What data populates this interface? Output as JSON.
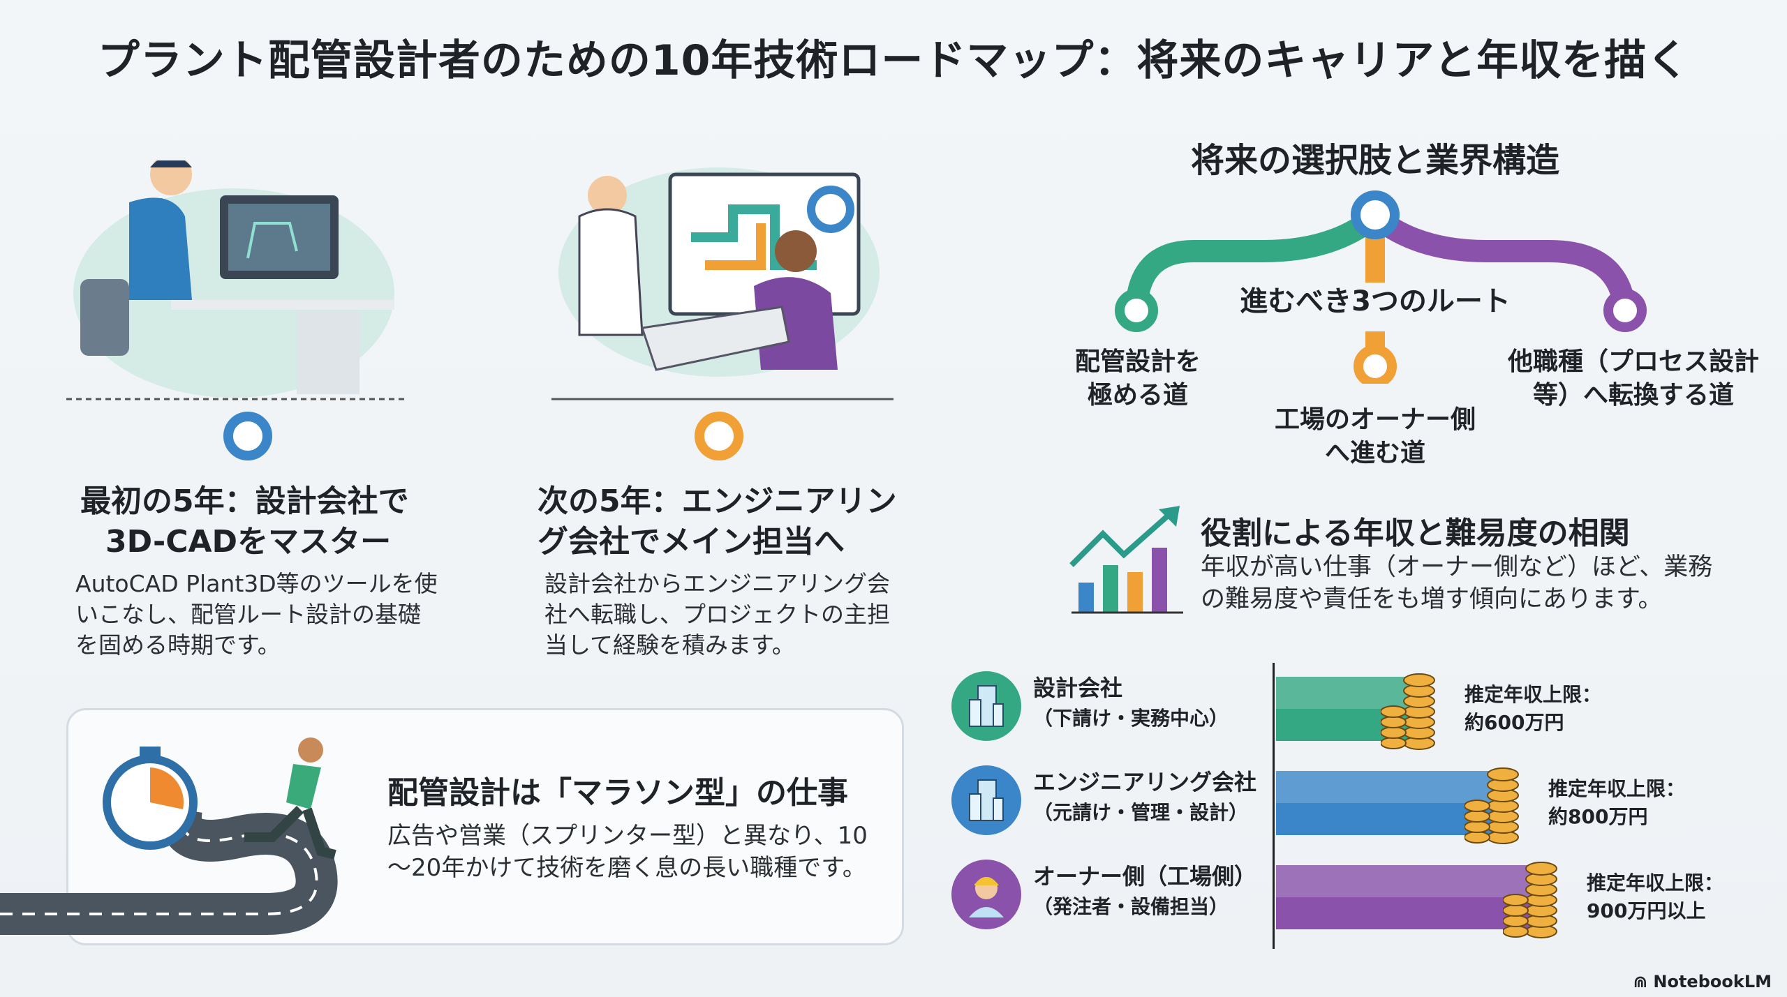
{
  "title": "プラント配管設計者のための10年技術ロードマップ：将来のキャリアと年収を描く",
  "phases": [
    {
      "heading_1": "最初の5年：設計会社で",
      "heading_2": "3D-CADをマスター",
      "body": [
        "AutoCAD Plant3D等のツールを使",
        "いこなし、配管ルート設計の基礎",
        "を固める時期です。"
      ],
      "color": "#3a86c8"
    },
    {
      "heading_1": "次の5年：エンジニアリン",
      "heading_2": "グ会社でメイン担当へ",
      "body": [
        "設計会社からエンジニアリング会",
        "社へ転職し、プロジェクトの主担",
        "当して経験を積みます。"
      ],
      "color": "#f0a035"
    }
  ],
  "marathon": {
    "heading": "配管設計は「マラソン型」の仕事",
    "body": [
      "広告や営業（スプリンター型）と異なり、10",
      "～20年かけて技術を磨く息の長い職種です。"
    ]
  },
  "future": {
    "title": "将来の選択肢と業界構造",
    "center_label": "進むべき3つのルート",
    "routes": [
      {
        "l1": "配管設計を",
        "l2": "極める道",
        "color": "#34a882"
      },
      {
        "l1": "工場のオーナー側",
        "l2": "へ進む道",
        "color": "#f0a035"
      },
      {
        "l1": "他職種（プロセス設計",
        "l2": "等）へ転換する道",
        "color": "#8a52aa"
      }
    ]
  },
  "correlation": {
    "heading": "役割による年収と難易度の相関",
    "body": [
      "年収が高い仕事（オーナー側など）ほど、業務",
      "の難易度や責任をも増す傾向にあります。"
    ]
  },
  "chart_data": {
    "type": "bar",
    "title": "推定年収上限",
    "unit": "万円",
    "categories": [
      {
        "name": "設計会社",
        "sub": "（下請け・実務中心）",
        "label1": "推定年収上限：",
        "label2": "約600万円",
        "value": 600,
        "color": "#34a882",
        "icon": "building-icon"
      },
      {
        "name": "エンジニアリング会社",
        "sub": "（元請け・管理・設計）",
        "label1": "推定年収上限：",
        "label2": "約800万円",
        "value": 800,
        "color": "#3a86c8",
        "icon": "building-icon"
      },
      {
        "name": "オーナー側（工場側）",
        "sub": "（発注者・設備担当）",
        "label1": "推定年収上限：",
        "label2": "900万円以上",
        "value": 900,
        "color": "#8a52aa",
        "icon": "worker-icon"
      }
    ]
  },
  "brand": "NotebookLM"
}
